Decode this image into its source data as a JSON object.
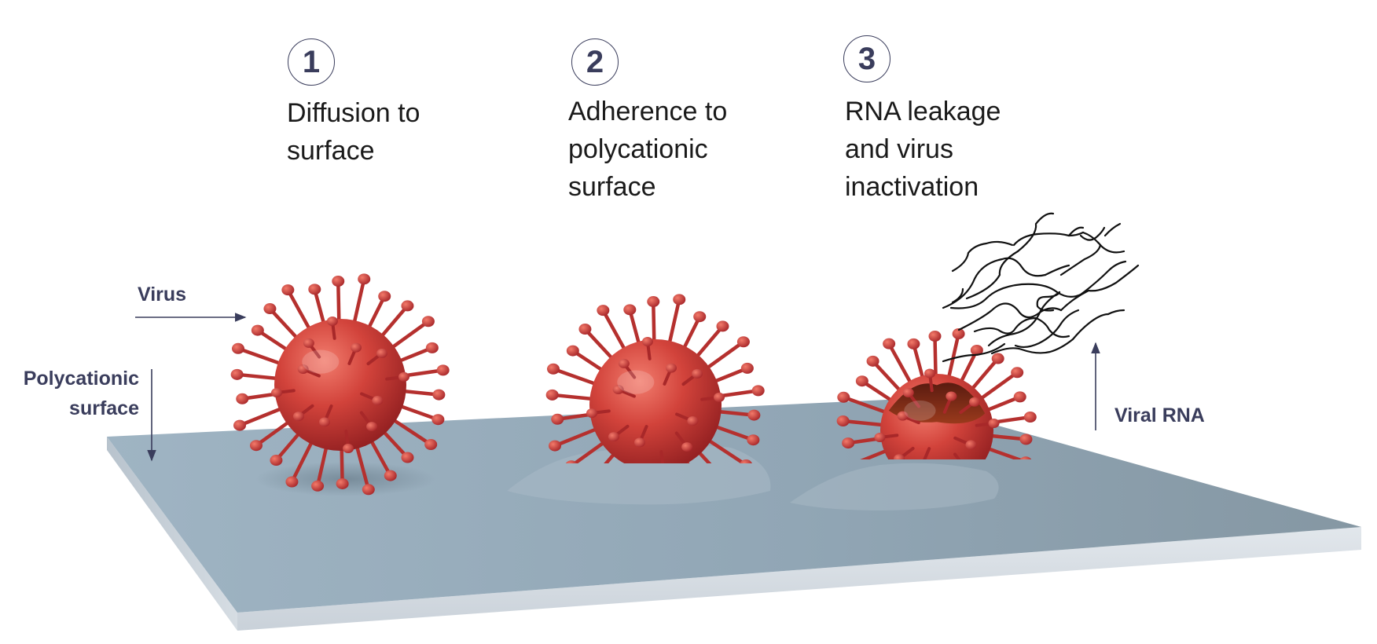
{
  "steps": [
    {
      "number": "1",
      "lines": [
        "Diffusion to",
        "surface"
      ]
    },
    {
      "number": "2",
      "lines": [
        "Adherence to",
        "polycationic",
        "surface"
      ]
    },
    {
      "number": "3",
      "lines": [
        "RNA leakage",
        "and virus",
        "inactivation"
      ]
    }
  ],
  "labels": {
    "virus": "Virus",
    "surface": [
      "Polycationic",
      "surface"
    ],
    "viral_rna": "Viral RNA"
  },
  "colors": {
    "label_navy": "#3a3d5c",
    "virus_red": "#c93a37",
    "surface_blue": "#94a9b7"
  }
}
